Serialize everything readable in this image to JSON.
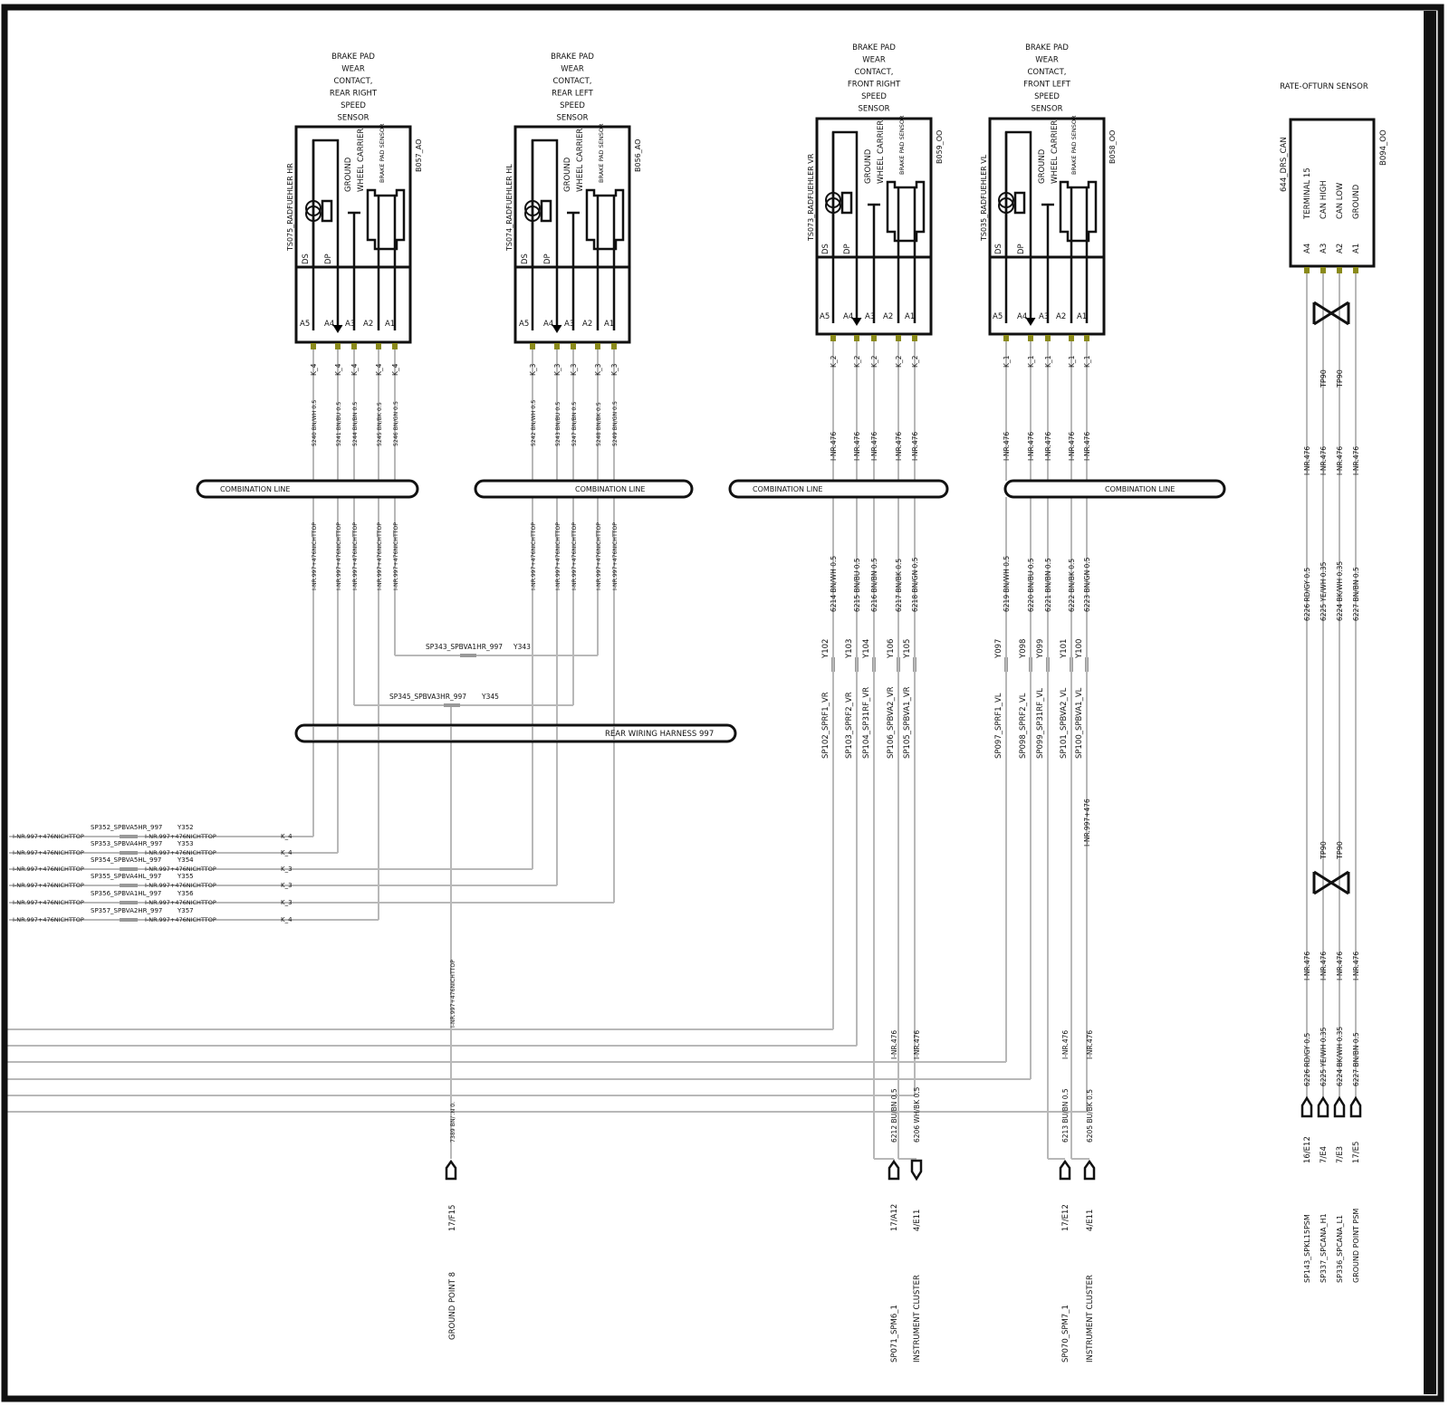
{
  "components": [
    {
      "id": "b057",
      "title_lines": [
        "BRAKE PAD",
        "WEAR",
        "CONTACT,",
        "REAR RIGHT",
        "SPEED",
        "SENSOR"
      ],
      "left_label": "TS075_RADFUEHLER HR",
      "right_label": "B057_AO",
      "pin_fn": [
        "GROUND",
        "WHEEL CARRIER",
        "BRAKE PAD SENSOR"
      ],
      "pins": [
        "A5",
        "A4",
        "A3",
        "A2",
        "A1"
      ],
      "cover": [
        "K_4",
        "K_4",
        "K_4",
        "K_4",
        "K_4"
      ],
      "upper_wires": [
        "5240 BN/WH 0.5",
        "5241 BN/BU 0.5",
        "5244 BN/BN 0.5",
        "5245 BN/BK 0.5",
        "5246 BN/GN 0.5"
      ],
      "lower_wires": [
        "I-NR.997+476NICHTTOP",
        "I-NR.997+476NICHTTOP",
        "I-NR.997+476NICHTTOP",
        "I-NR.997+476NICHTTOP",
        "I-NR.997+476NICHTTOP"
      ]
    },
    {
      "id": "b056",
      "title_lines": [
        "BRAKE PAD",
        "WEAR",
        "CONTACT,",
        "REAR LEFT",
        "SPEED",
        "SENSOR"
      ],
      "left_label": "TS074_RADFUEHLER HL",
      "right_label": "B056_AO",
      "pin_fn": [
        "GROUND",
        "WHEEL CARRIER",
        "BRAKE PAD SENSOR"
      ],
      "pins": [
        "A5",
        "A4",
        "A3",
        "A2",
        "A1"
      ],
      "cover": [
        "K_3",
        "K_3",
        "K_3",
        "K_3",
        "K_3"
      ],
      "upper_wires": [
        "5242 BN/WH 0.5",
        "5243 BN/BU 0.5",
        "5247 BN/BN 0.5",
        "5248 BN/BK 0.5",
        "5249 BN/GN 0.5"
      ],
      "lower_wires": [
        "I-NR.997+476NICHTTOP",
        "I-NR.997+476NICHTTOP",
        "I-NR.997+476NICHTTOP",
        "I-NR.997+476NICHTTOP",
        "I-NR.997+476NICHTTOP"
      ]
    },
    {
      "id": "b059",
      "title_lines": [
        "BRAKE PAD",
        "WEAR",
        "CONTACT,",
        "FRONT RIGHT",
        "SPEED",
        "SENSOR"
      ],
      "left_label": "TS073_RADFUEHLER VR",
      "right_label": "B059_OO",
      "pin_fn": [
        "GROUND",
        "WHEEL CARRIER",
        "BRAKE PAD SENSOR"
      ],
      "pins": [
        "A5",
        "A4",
        "A3",
        "A2",
        "A1"
      ],
      "cover": [
        "K_2",
        "K_2",
        "K_2",
        "K_2",
        "K_2"
      ],
      "upper_wires": [
        "I-NR.476",
        "I-NR.476",
        "I-NR.476",
        "I-NR.476",
        "I-NR.476"
      ],
      "lower_wires": [
        "6214 BN/WH 0.5",
        "6215 BN/BU 0.5",
        "6216 BN/BN 0.5",
        "6217 BN/BK 0.5",
        "6218 BN/GN 0.5"
      ],
      "splice_y": [
        "Y102",
        "Y103",
        "Y104",
        "Y106",
        "Y105"
      ],
      "splice_sp": [
        "SP102_SPRF1_VR",
        "SP103_SPRF2_VR",
        "SP104_SP31RF_VR",
        "SP106_SPBVA2_VR",
        "SP105_SPBVA1_VR"
      ]
    },
    {
      "id": "b058",
      "title_lines": [
        "BRAKE PAD",
        "WEAR",
        "CONTACT,",
        "FRONT LEFT",
        "SPEED",
        "SENSOR"
      ],
      "left_label": "TS035_RADFUEHLER VL",
      "right_label": "B058_OO",
      "pin_fn": [
        "GROUND",
        "WHEEL CARRIER",
        "BRAKE PAD SENSOR"
      ],
      "pins": [
        "A5",
        "A4",
        "A3",
        "A2",
        "A1"
      ],
      "cover": [
        "K_1",
        "K_1",
        "K_1",
        "K_1",
        "K_1"
      ],
      "upper_wires": [
        "I-NR.476",
        "I-NR.476",
        "I-NR.476",
        "I-NR.476",
        "I-NR.476"
      ],
      "lower_wires": [
        "6219 BN/WH 0.5",
        "6220 BN/BU 0.5",
        "6221 BN/BN 0.5",
        "6222 BN/BK 0.5",
        "6223 BN/GN 0.5"
      ],
      "splice_y": [
        "Y097",
        "Y098",
        "Y099",
        "Y101",
        "Y100"
      ],
      "splice_sp": [
        "SP097_SPRF1_VL",
        "SP098_SPRF2_VL",
        "SP099_SP31RF_VL",
        "SP101_SPBVA2_VL",
        "SP100_SPBVA1_VL"
      ]
    }
  ],
  "b094": {
    "title": "RATE-OFTURN SENSOR",
    "left_label": "644_DRS_CAN",
    "right_label": "B094_OO",
    "pin_fn": [
      "TERMINAL 15",
      "CAN HIGH",
      "CAN LOW",
      "GROUND"
    ],
    "pins": [
      "A4",
      "A3",
      "A2",
      "A1"
    ],
    "tp_top": [
      "TP90",
      "TP90"
    ],
    "tp_bottom": [
      "TP90",
      "TP90"
    ],
    "inr_upper": [
      "I-NR.476",
      "I-NR.476",
      "I-NR.476",
      "I-NR.476"
    ],
    "wires_upper": [
      "6226 RD/GY 0.5",
      "6225 YE/WH 0.35",
      "6224 BK/WH 0.35",
      "6227 BN/BN 0.5"
    ],
    "inr_lower": [
      "I-NR.476",
      "I-NR.476",
      "I-NR.476",
      "I-NR.476"
    ],
    "wires_lower": [
      "6226 RD/GY 0.5",
      "6225 YE/WH 0.35",
      "6224 BK/WH 0.35",
      "6227 BN/BN 0.5"
    ],
    "refs": [
      "16/E12",
      "7/E4",
      "7/E3",
      "17/E5"
    ],
    "dests": [
      "SP143_SPKL15PSM",
      "SP337_SPCANA_H1",
      "SP336_SPCANA_L1",
      "GROUND POINT PSM"
    ]
  },
  "combination_line": "COMBINATION LINE",
  "rear_harness": "REAR WIRING HARNESS 997",
  "sp343": {
    "sp": "SP343_SPBVA1HR_997",
    "y": "Y343"
  },
  "sp345": {
    "sp": "SP345_SPBVA3HR_997",
    "y": "Y345"
  },
  "left_rows": [
    {
      "sp": "SP352_SPBVA5HR_997",
      "y": "Y352",
      "k": "K_4"
    },
    {
      "sp": "SP353_SPBVA4HR_997",
      "y": "Y353",
      "k": "K_4"
    },
    {
      "sp": "SP354_SPBVA5HL_997",
      "y": "Y354",
      "k": "K_3"
    },
    {
      "sp": "SP355_SPBVA4HL_997",
      "y": "Y355",
      "k": "K_3"
    },
    {
      "sp": "SP356_SPBVA1HL_997",
      "y": "Y356",
      "k": "K_3"
    },
    {
      "sp": "SP357_SPBVA2HR_997",
      "y": "Y357",
      "k": "K_4"
    }
  ],
  "left_row_wire": "I-NR.997+476NICHTTOP",
  "ground8": {
    "inr": "I-NR.997+476NICHTTOP",
    "wire": "7389 BN/ .N 0.",
    "ref": "17/F15",
    "dest": "GROUND POINT 8"
  },
  "b059_ext": {
    "inr": [
      "I-NR.476",
      "I-NR.476"
    ],
    "wires": [
      "6212 BU/BN 0.5",
      "6206 WH/BK 0.5"
    ],
    "refs": [
      "17/A12",
      "4/E11"
    ],
    "dests": [
      "SP071_SPM6_1",
      "INSTRUMENT CLUSTER"
    ]
  },
  "b058_ext": {
    "inr": [
      "I-NR.476",
      "I-NR.476"
    ],
    "wires": [
      "6213 BU/BN 0.5",
      "6205 BU/BK 0.5"
    ],
    "refs": [
      "17/E12",
      "4/E11"
    ],
    "dests": [
      "SP070_SPM7_1",
      "INSTRUMENT CLUSTER"
    ]
  },
  "b058_a1_inr": "I-NR.997+476",
  "colors": {
    "wire": "#b8b8b8",
    "line": "#111111",
    "pin": "#8a8a1a"
  }
}
